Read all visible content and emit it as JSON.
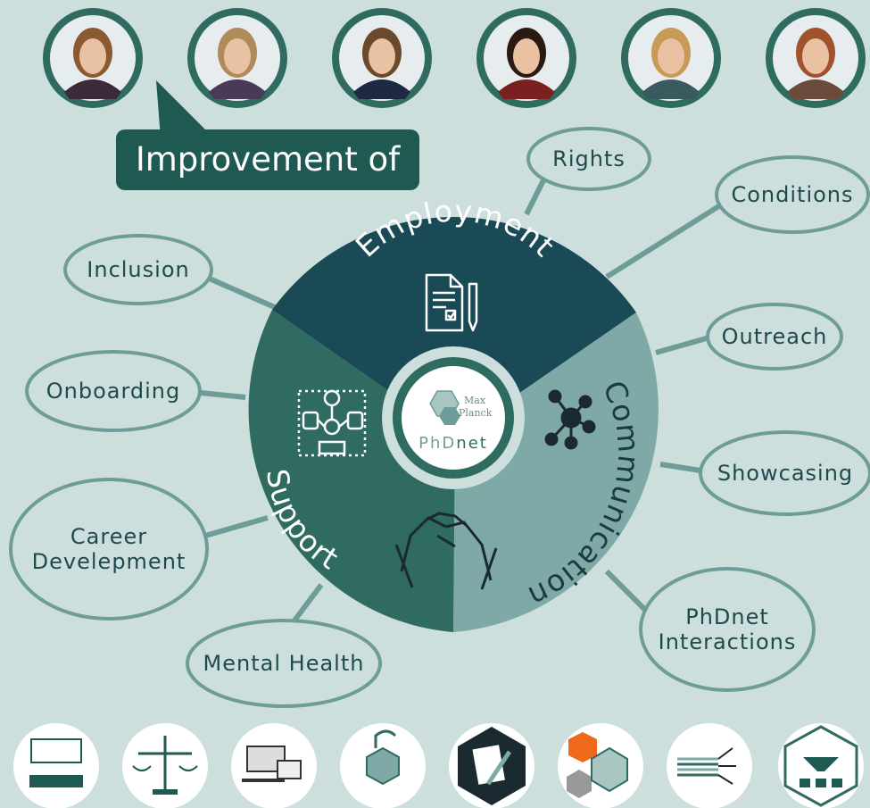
{
  "colors": {
    "background": "#cddfdc",
    "employment": "#1a4a55",
    "support": "#2f6b60",
    "communication": "#7fa9a6",
    "connector": "#6e9d99",
    "callout": "#1f5a52",
    "avatar_ring": "#2f6b60"
  },
  "callout": {
    "text": "Improvement of"
  },
  "segments": {
    "employment": "Employment",
    "communication": "Communication",
    "support": "Support"
  },
  "center_logo": {
    "line1": "Max",
    "line2": "Planck",
    "wordmark_part1": "PhD",
    "wordmark_part2": "net"
  },
  "topics": [
    {
      "label": "Rights"
    },
    {
      "label": "Conditions"
    },
    {
      "label": "Inclusion"
    },
    {
      "label": "Outreach"
    },
    {
      "label": "Onboarding"
    },
    {
      "label": "Showcasing"
    },
    {
      "label": "Career\nDevelepment",
      "lines": [
        "Career",
        "Develepment"
      ]
    },
    {
      "label": "PhDnet\nInteractions",
      "lines": [
        "PhDnet",
        "Interactions"
      ]
    },
    {
      "label": "Mental Health"
    }
  ],
  "people_count": 6,
  "bottom_icons": [
    {
      "icon": "presentation-audience-icon"
    },
    {
      "icon": "balance-scale-icon"
    },
    {
      "icon": "devices-icon"
    },
    {
      "icon": "phdnet-hexagon-unlocked-icon"
    },
    {
      "icon": "checklist-pen-icon"
    },
    {
      "icon": "hexagon-cluster-icon"
    },
    {
      "icon": "network-lines-icon"
    },
    {
      "icon": "funnel-network-icon"
    }
  ]
}
